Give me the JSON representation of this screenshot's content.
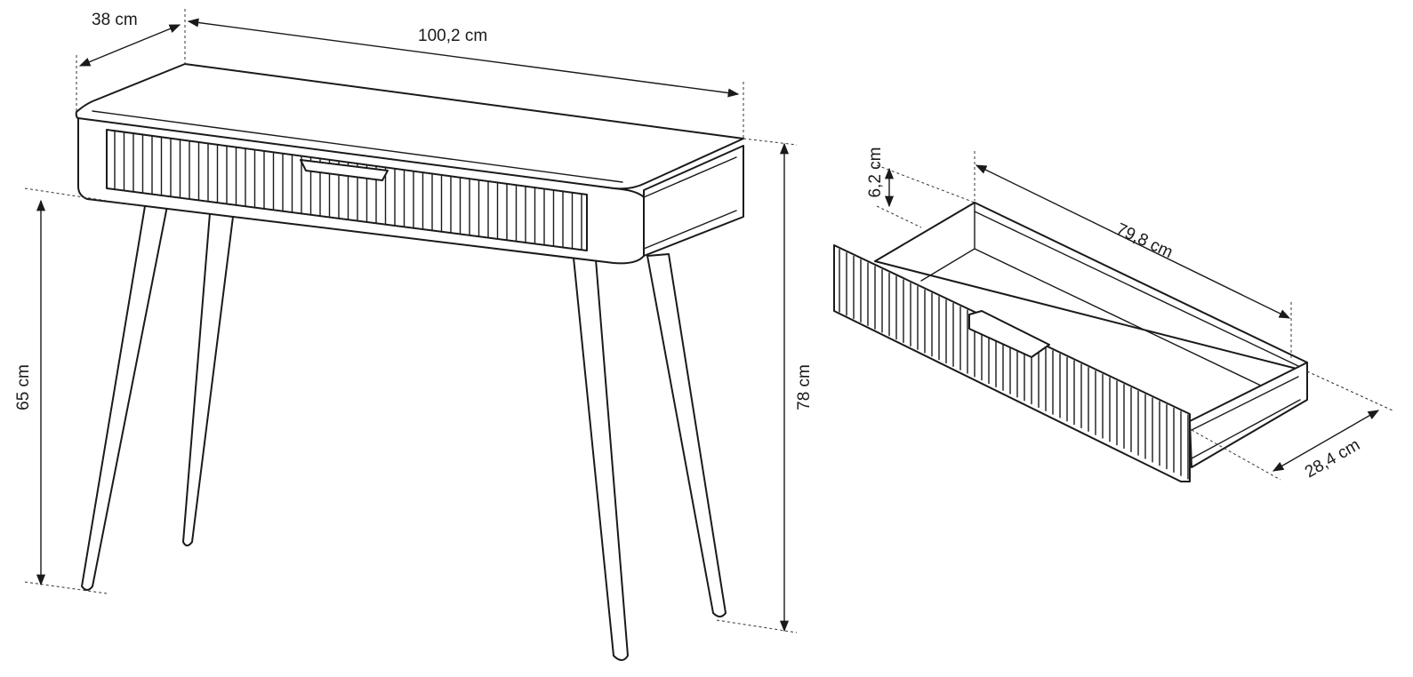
{
  "dimensions": {
    "depth": "38 cm",
    "width": "100,2 cm",
    "leg_height": "65 cm",
    "total_height": "78 cm",
    "drawer_height": "6,2 cm",
    "drawer_width": "79,8 cm",
    "drawer_depth": "28,4 cm"
  }
}
